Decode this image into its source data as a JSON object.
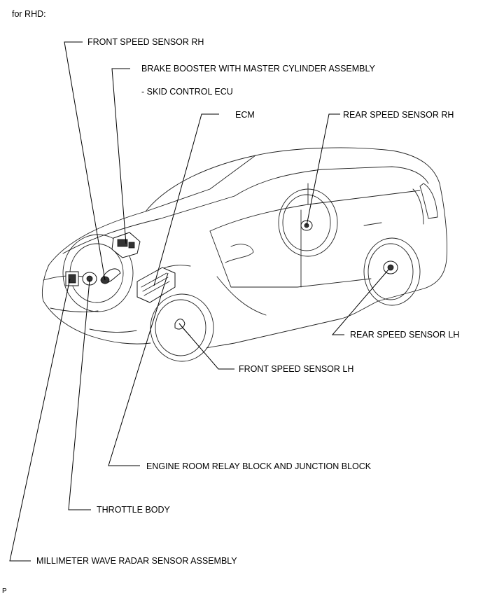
{
  "header": {
    "variant": "for RHD:"
  },
  "labels": {
    "front_speed_sensor_rh": "FRONT SPEED SENSOR RH",
    "brake_booster": "BRAKE BOOSTER WITH MASTER CYLINDER ASSEMBLY",
    "skid_control_ecu": "- SKID CONTROL ECU",
    "ecm": "ECM",
    "rear_speed_sensor_rh": "REAR SPEED SENSOR RH",
    "rear_speed_sensor_lh": "REAR SPEED SENSOR LH",
    "front_speed_sensor_lh": "FRONT SPEED SENSOR LH",
    "engine_room_relay_block": "ENGINE ROOM RELAY BLOCK AND JUNCTION BLOCK",
    "throttle_body": "THROTTLE BODY",
    "millimeter_wave_radar": "MILLIMETER WAVE RADAR SENSOR ASSEMBLY"
  },
  "footer": {
    "code": "P"
  }
}
